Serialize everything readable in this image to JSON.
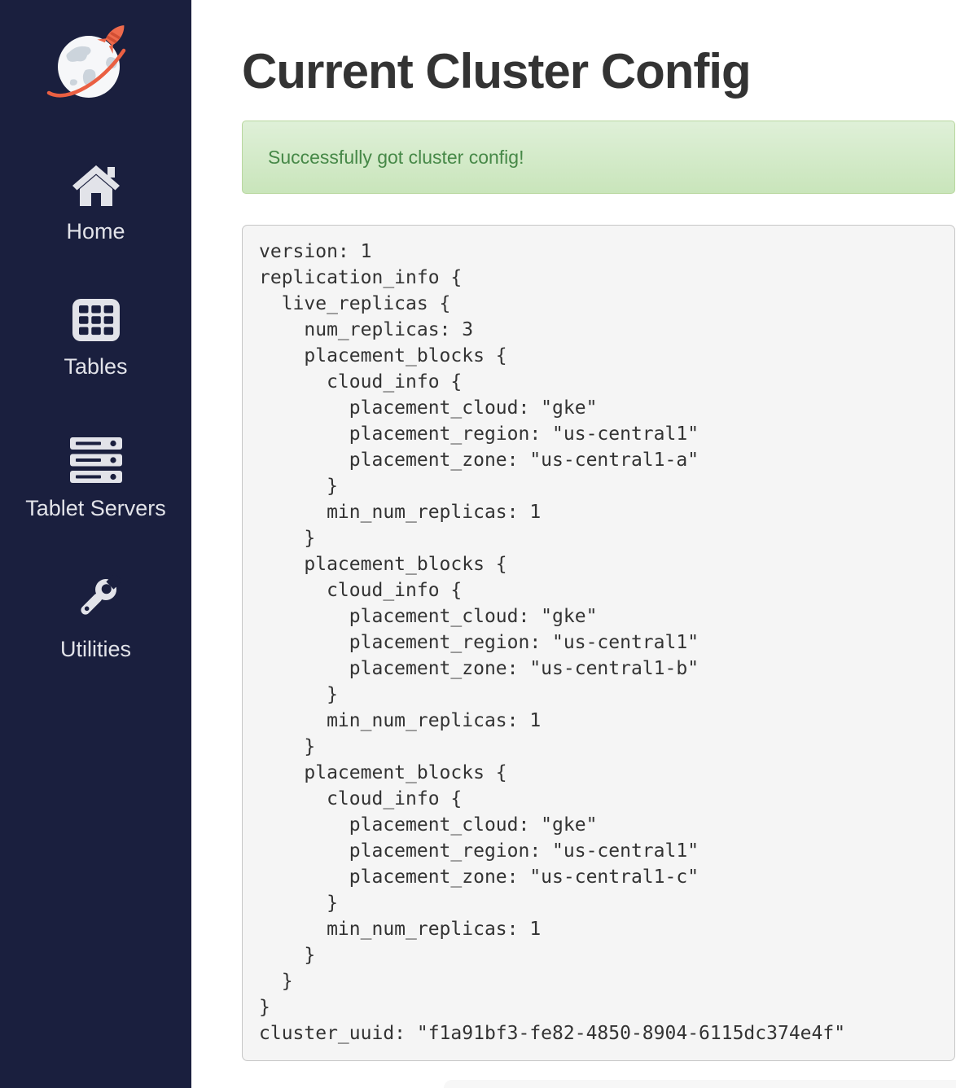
{
  "colors": {
    "sidebar_bg": "#1a1f3e",
    "sidebar_icon": "#e2e3e9",
    "brand_coral": "#ea5f42",
    "brand_coral_dark": "#d14e33",
    "heading_text": "#333333",
    "alert_text": "#468847",
    "alert_bg_top": "#dff0d8",
    "alert_bg_bottom": "#c9e5bb",
    "alert_border": "#b8d79e",
    "code_bg": "#f5f5f5",
    "code_border": "#c6c6c6",
    "code_text": "#333333"
  },
  "sidebar": {
    "logo_icon": "globe-rocket-logo",
    "items": [
      {
        "label": "Home",
        "icon": "home-icon"
      },
      {
        "label": "Tables",
        "icon": "tables-icon"
      },
      {
        "label": "Tablet Servers",
        "icon": "tablet-servers-icon"
      },
      {
        "label": "Utilities",
        "icon": "utilities-icon"
      }
    ]
  },
  "main": {
    "title": "Current Cluster Config",
    "alert": {
      "type": "success",
      "message": "Successfully got cluster config!"
    },
    "config_text": "version: 1\nreplication_info {\n  live_replicas {\n    num_replicas: 3\n    placement_blocks {\n      cloud_info {\n        placement_cloud: \"gke\"\n        placement_region: \"us-central1\"\n        placement_zone: \"us-central1-a\"\n      }\n      min_num_replicas: 1\n    }\n    placement_blocks {\n      cloud_info {\n        placement_cloud: \"gke\"\n        placement_region: \"us-central1\"\n        placement_zone: \"us-central1-b\"\n      }\n      min_num_replicas: 1\n    }\n    placement_blocks {\n      cloud_info {\n        placement_cloud: \"gke\"\n        placement_region: \"us-central1\"\n        placement_zone: \"us-central1-c\"\n      }\n      min_num_replicas: 1\n    }\n  }\n}\ncluster_uuid: \"f1a91bf3-fe82-4850-8904-6115dc374e4f\"",
    "cluster_config": {
      "version": 1,
      "num_replicas": 3,
      "placement_cloud": "gke",
      "placement_region": "us-central1",
      "placement_zones": [
        "us-central1-a",
        "us-central1-b",
        "us-central1-c"
      ],
      "min_num_replicas_per_block": 1,
      "cluster_uuid": "f1a91bf3-fe82-4850-8904-6115dc374e4f"
    }
  }
}
